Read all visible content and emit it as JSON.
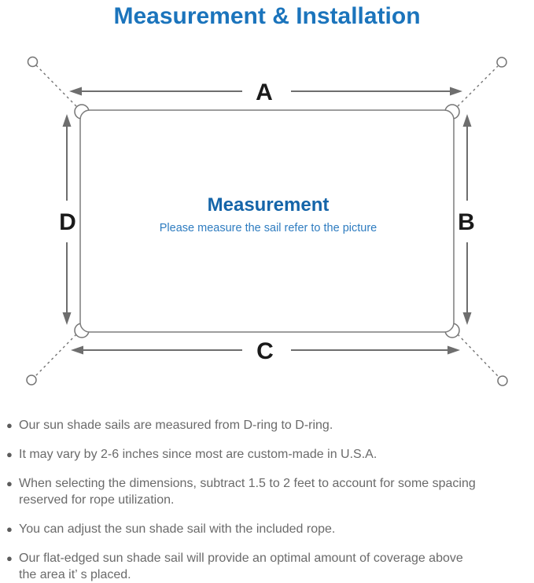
{
  "page": {
    "title": "Measurement & Installation"
  },
  "diagram": {
    "side_labels": {
      "top": "A",
      "right": "B",
      "bottom": "C",
      "left": "D"
    },
    "center_title": "Measurement",
    "center_subtitle": "Please measure the sail refer to the picture"
  },
  "colors": {
    "title_blue": "#1b74bc",
    "center_title_blue": "#1565a9",
    "center_subtitle_blue": "#2e7cc0",
    "diagram_line_gray": "#757575",
    "arrow_gray": "#6e6e6e",
    "label_black": "#1a1a1a",
    "note_text_gray": "#6a6a6a"
  },
  "list": {
    "bullet_glyph": "●",
    "items": [
      {
        "lines": [
          "Our sun shade sails are measured from D-ring to D-ring."
        ]
      },
      {
        "lines": [
          "It may vary by 2-6 inches since most are custom-made in U.S.A."
        ]
      },
      {
        "lines": [
          "When selecting the dimensions, subtract 1.5 to 2 feet to account for some spacing",
          "reserved for rope utilization."
        ]
      },
      {
        "lines": [
          "You can adjust the sun shade sail with the included rope."
        ]
      },
      {
        "lines": [
          "Our flat-edged sun shade sail will provide an optimal amount of coverage above",
          "the area it’ s placed."
        ]
      }
    ]
  }
}
